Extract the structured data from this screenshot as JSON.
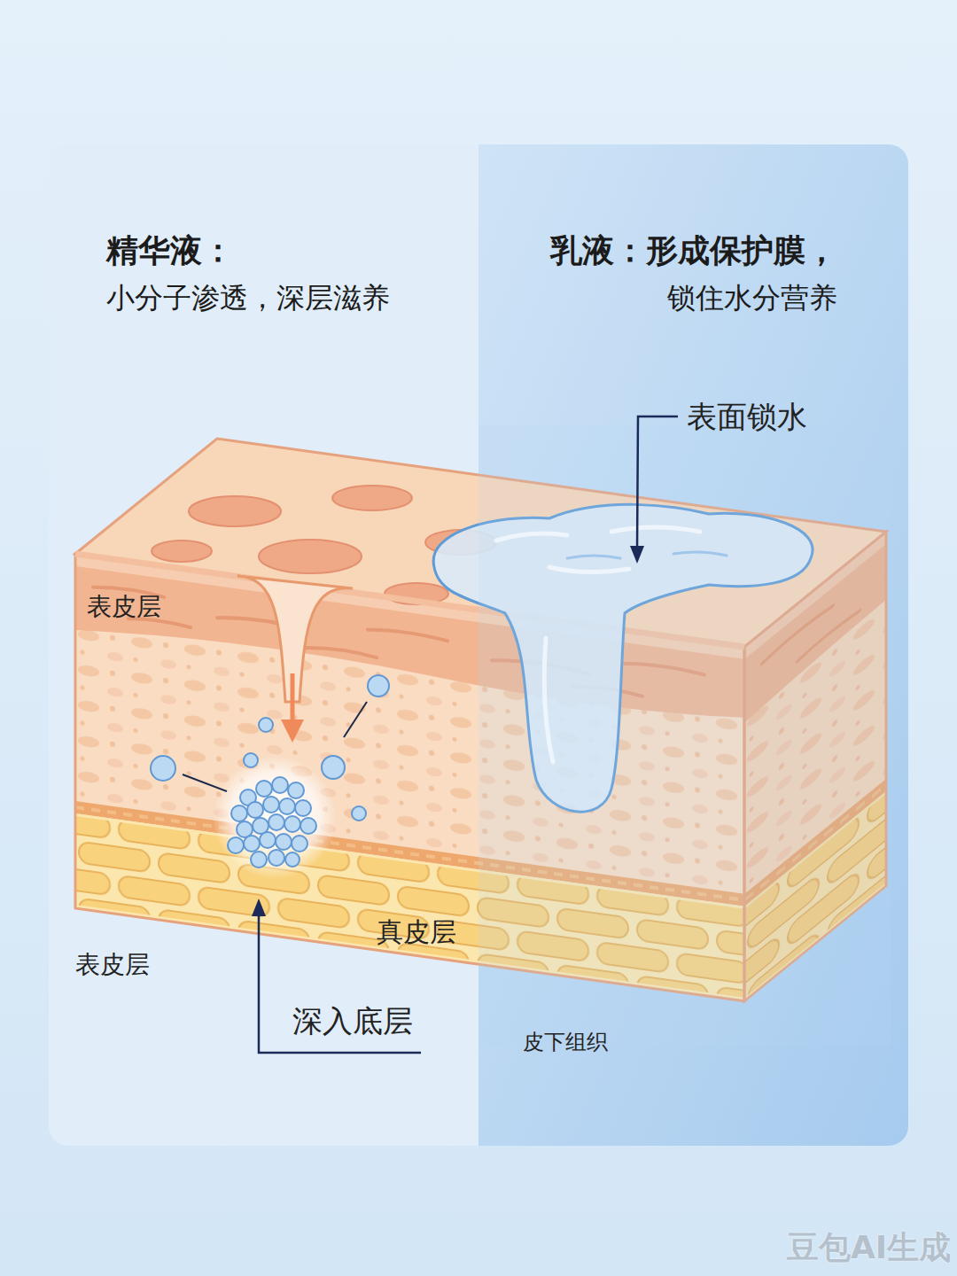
{
  "diagram": {
    "nodes": [
      {
        "text": [
          "精华液：",
          "小分子渗透，深层滋养"
        ]
      },
      {
        "text": [
          "乳液：形成保护膜，",
          "锁住水分营养"
        ]
      }
    ],
    "labels": [
      "表面锁水",
      "表皮层",
      "深入底层",
      "真皮层",
      "表皮层",
      "皮下组织",
      "豆包AI生成"
    ]
  }
}
